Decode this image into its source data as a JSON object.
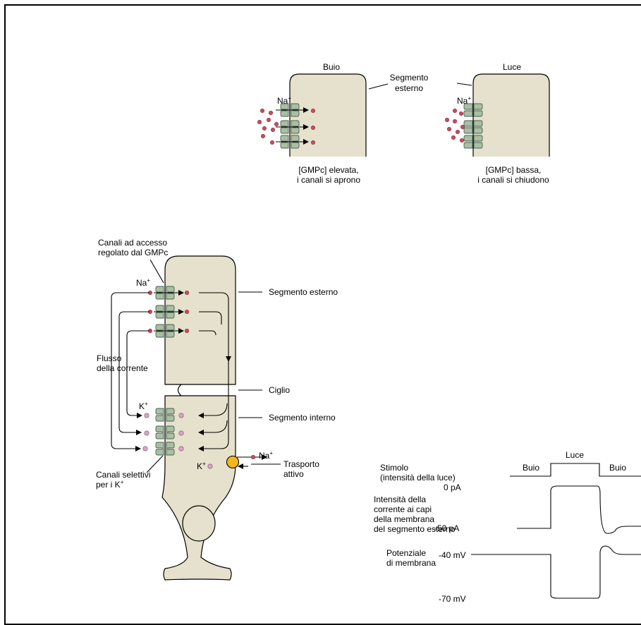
{
  "panel_top": {
    "dark": {
      "title": "Buio",
      "ion": "Na",
      "ion_charge": "+",
      "caption_line1": "[GMPc] elevata,",
      "caption_line2": "i canali si aprono"
    },
    "light": {
      "title": "Luce",
      "ion": "Na",
      "ion_charge": "+",
      "caption_line1": "[GMPc] bassa,",
      "caption_line2": "i canali si chiudono"
    },
    "segment_label_line1": "Segmento",
    "segment_label_line2": "esterno"
  },
  "cell_diagram": {
    "gated_channels_line1": "Canali ad accesso",
    "gated_channels_line2": "regolato dal GMPc",
    "na_ion": "Na",
    "na_charge": "+",
    "k_ion": "K",
    "k_charge": "+",
    "outer_segment": "Segmento esterno",
    "cilium": "Ciglio",
    "inner_segment": "Segmento interno",
    "current_flow_line1": "Flusso",
    "current_flow_line2": "della corrente",
    "k_channels_line1": "Canali selettivi",
    "k_channels_line2": "per i K",
    "k_channels_charge": "+",
    "pump_na": "Na",
    "pump_na_charge": "+",
    "pump_k": "K",
    "pump_k_charge": "+",
    "active_transport_line1": "Trasporto",
    "active_transport_line2": "attivo"
  },
  "traces": {
    "stimulus_label_line1": "Stimolo",
    "stimulus_label_line2": "(intensità della luce)",
    "stim_dark1": "Buio",
    "stim_light": "Luce",
    "stim_dark2": "Buio",
    "current_label_line1": "Intensità della",
    "current_label_line2": "corrente ai capi",
    "current_label_line3": "della membrana",
    "current_label_line4": "del segmento esterno",
    "current_tick_top": "0 pA",
    "current_tick_bottom": "-50 pA",
    "potential_label_line1": "Potenziale",
    "potential_label_line2": "di membrana",
    "potential_tick_top": "-40 mV",
    "potential_tick_bottom": "-70 mV"
  },
  "colors": {
    "cell_fill": "#e5e1cc",
    "channel_fill": "#a8bfa3",
    "sodium_ion": "#c94c5e",
    "potassium_ion": "#d9a6c6",
    "pump": "#f2b81b"
  }
}
